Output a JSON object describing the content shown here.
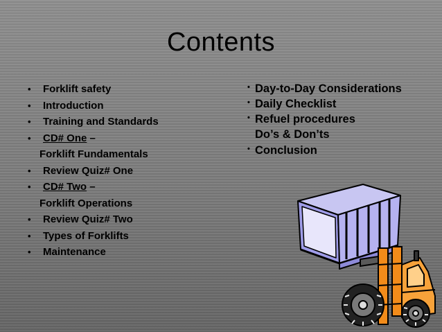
{
  "slide": {
    "title": "Contents",
    "left_items": [
      {
        "text": "Forklift safety"
      },
      {
        "text": "Introduction"
      },
      {
        "text": "Training and Standards"
      },
      {
        "link": "CD# One",
        "after": " –",
        "continuation": "Forklift Fundamentals"
      },
      {
        "text": "Review Quiz# One"
      },
      {
        "link": "CD# Two",
        "after": " –",
        "continuation": "Forklift Operations"
      },
      {
        "text": "Review Quiz# Two"
      },
      {
        "text": "Types of Forklifts"
      },
      {
        "text": "Maintenance"
      }
    ],
    "right_items": [
      {
        "text": "Day-to-Day Considerations"
      },
      {
        "text": "Daily Checklist"
      },
      {
        "text": "Refuel procedures",
        "continuation": "Do’s & Don’ts"
      },
      {
        "text": "Conclusion"
      }
    ],
    "bullet_char": "•",
    "illustration": "forklift-clipart-icon"
  }
}
